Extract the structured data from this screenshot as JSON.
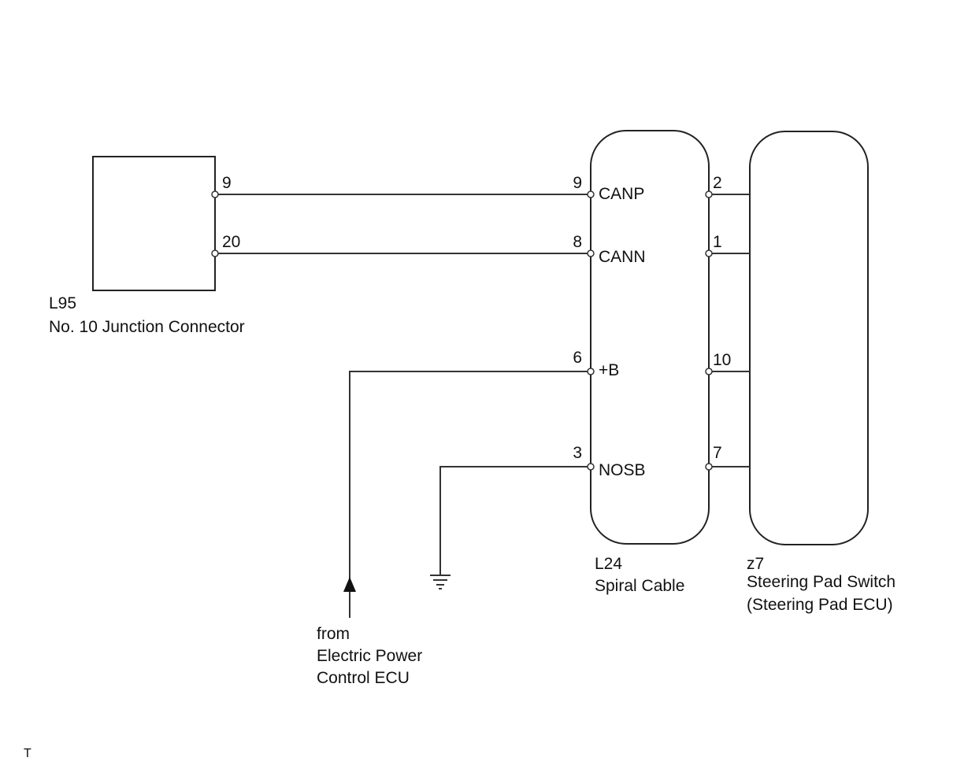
{
  "components": {
    "junction": {
      "code": "L95",
      "name": "No. 10 Junction Connector"
    },
    "spiral": {
      "code": "L24",
      "name": "Spiral Cable"
    },
    "steering": {
      "code": "z7",
      "name": "Steering Pad Switch",
      "sub": "(Steering Pad ECU)"
    }
  },
  "junction_pins": [
    "9",
    "20"
  ],
  "spiral_left_pins": [
    "9",
    "8",
    "6",
    "3"
  ],
  "spiral_right_pins": [
    "2",
    "1",
    "10",
    "7"
  ],
  "signals": [
    "CANP",
    "CANN",
    "+B",
    "NOSB"
  ],
  "source": {
    "line1": "from",
    "line2": "Electric Power",
    "line3": "Control ECU"
  },
  "footer": "T"
}
